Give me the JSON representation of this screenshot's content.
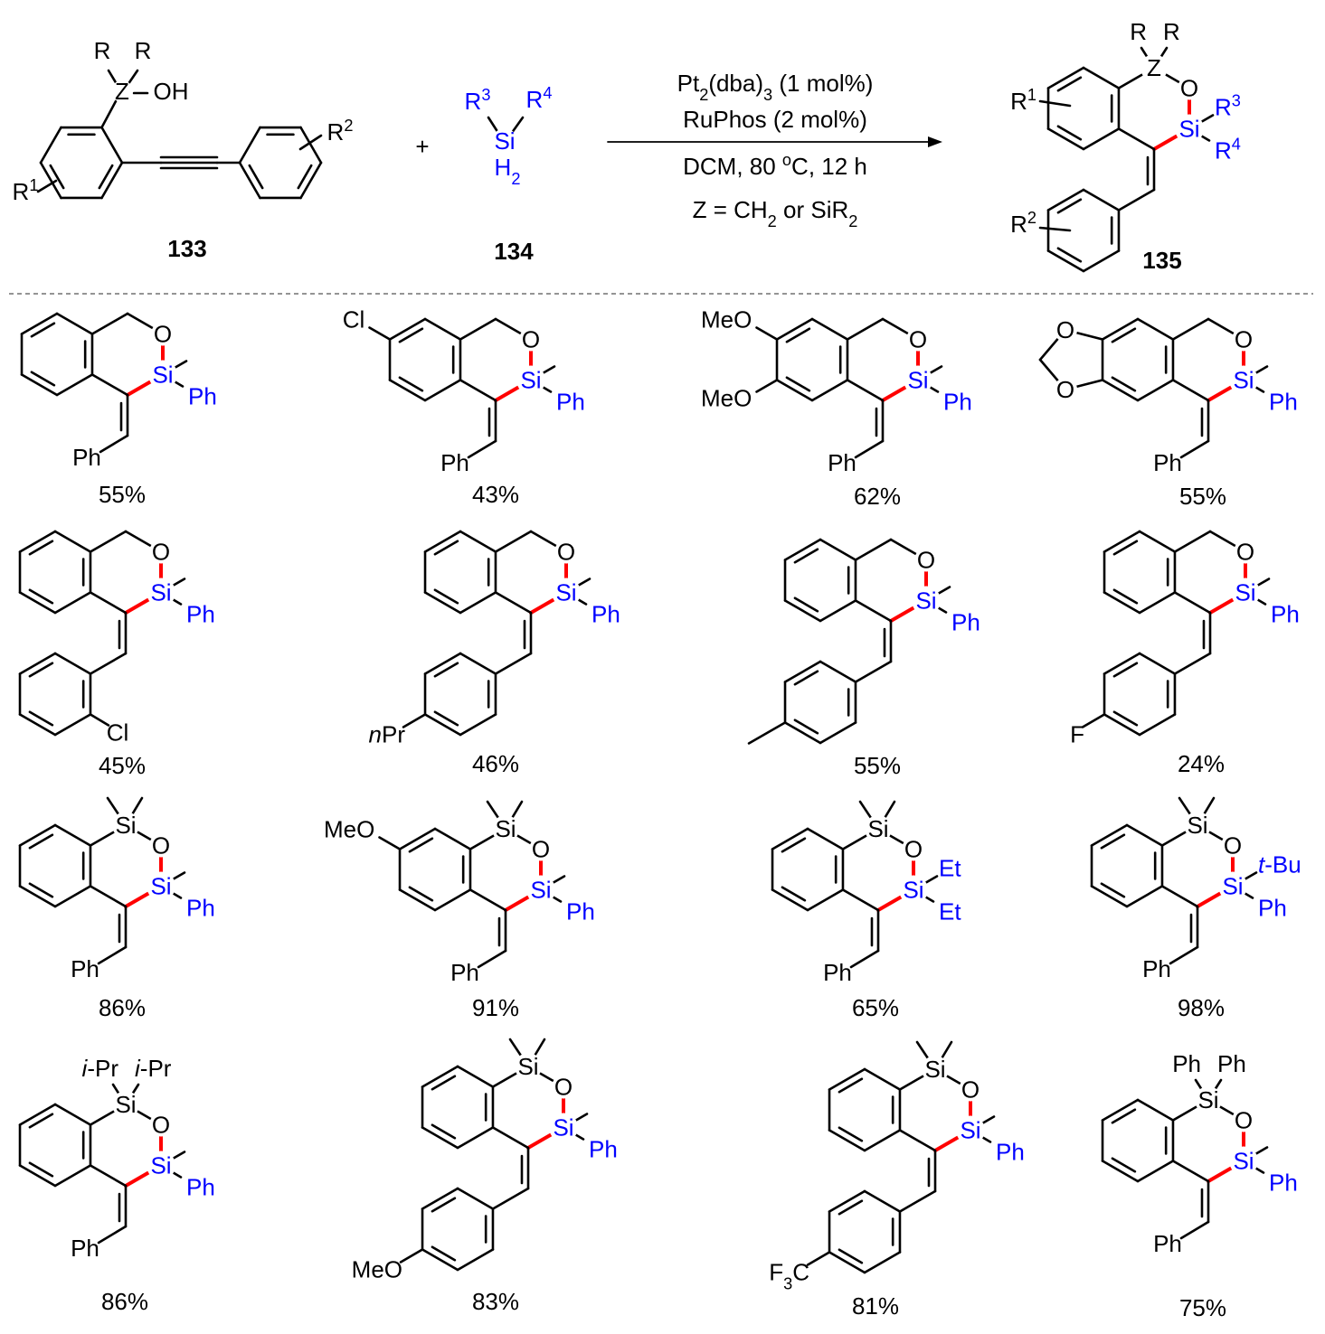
{
  "colors": {
    "silicon": "#0000ff",
    "new_bond": "#ff0000",
    "bond": "#000000"
  },
  "scheme": {
    "plus": "+",
    "sm": {
      "label": "133",
      "Z": "Z",
      "R_a": "R",
      "R_b": "R",
      "OH": "OH",
      "R1": [
        [
          "R",
          ""
        ],
        [
          "1",
          "sup"
        ]
      ],
      "R2": [
        [
          "R",
          ""
        ],
        [
          "2",
          "sup"
        ]
      ]
    },
    "silane": {
      "label": "134",
      "Si": "Si",
      "R3": [
        [
          "R",
          ""
        ],
        [
          "3",
          "sup"
        ]
      ],
      "R4": [
        [
          "R",
          ""
        ],
        [
          "4",
          "sup"
        ]
      ],
      "H2": [
        [
          "H",
          ""
        ],
        [
          "2",
          "sub"
        ]
      ]
    },
    "conditions": [
      [
        [
          "Pt",
          ""
        ],
        [
          "2",
          "sub"
        ],
        [
          "(dba)",
          ""
        ],
        [
          "3",
          "sub"
        ],
        [
          " (1 mol%)",
          ""
        ]
      ],
      [
        [
          "RuPhos (2 mol%)",
          ""
        ]
      ],
      [
        [
          "DCM, 80 ",
          ""
        ],
        [
          "o",
          "sup"
        ],
        [
          "C, 12 h",
          ""
        ]
      ],
      [
        [
          "Z = CH",
          ""
        ],
        [
          "2",
          "sub"
        ],
        [
          " or SiR",
          ""
        ],
        [
          "2",
          "sub"
        ]
      ]
    ],
    "product": {
      "label": "135",
      "z": {
        "atom": "Z",
        "subs": [
          "R",
          "R"
        ]
      },
      "O": "O",
      "si": {
        "atom": "Si",
        "sub1": [
          [
            "R",
            ""
          ],
          [
            "3",
            "sup"
          ]
        ],
        "sub2": [
          [
            "R",
            ""
          ],
          [
            "4",
            "sup"
          ]
        ]
      },
      "ring_float": [
        [
          "R",
          ""
        ],
        [
          "1",
          "sup"
        ]
      ],
      "aryl": {
        "float": [
          [
            "R",
            ""
          ],
          [
            "2",
            "sup"
          ]
        ]
      }
    }
  },
  "products": [
    {
      "z": {},
      "O": "O",
      "si": {
        "atom": "Si",
        "sub2": "Ph"
      },
      "aryl": {
        "label": "Ph"
      },
      "yield": "55%"
    },
    {
      "z": {},
      "O": "O",
      "si": {
        "atom": "Si",
        "sub2": "Ph"
      },
      "aryl": {
        "label": "Ph"
      },
      "ring_subs": [
        {
          "pos": 5,
          "label": "Cl"
        }
      ],
      "yield": "43%"
    },
    {
      "z": {},
      "O": "O",
      "si": {
        "atom": "Si",
        "sub2": "Ph"
      },
      "aryl": {
        "label": "Ph"
      },
      "ring_subs": [
        {
          "pos": 5,
          "label": "MeO"
        },
        {
          "pos": 4,
          "label": "MeO"
        }
      ],
      "yield": "62%"
    },
    {
      "z": {},
      "O": "O",
      "si": {
        "atom": "Si",
        "sub2": "Ph"
      },
      "aryl": {
        "label": "Ph"
      },
      "dioxole": {
        "o1": "O",
        "o2": "O"
      },
      "yield": "55%"
    },
    {
      "z": {},
      "O": "O",
      "si": {
        "atom": "Si",
        "sub2": "Ph"
      },
      "aryl": {
        "ortho": "Cl"
      },
      "yield": "45%"
    },
    {
      "z": {},
      "O": "O",
      "si": {
        "atom": "Si",
        "sub2": "Ph"
      },
      "aryl": {
        "para": [
          [
            "n",
            "i"
          ],
          [
            "Pr",
            ""
          ]
        ]
      },
      "yield": "46%"
    },
    {
      "z": {},
      "O": "O",
      "si": {
        "atom": "Si",
        "sub2": "Ph"
      },
      "aryl": {
        "para_methyl": true
      },
      "yield": "55%"
    },
    {
      "z": {},
      "O": "O",
      "si": {
        "atom": "Si",
        "sub2": "Ph"
      },
      "aryl": {
        "para": "F"
      },
      "yield": "24%"
    },
    {
      "z": {
        "atom": "Si"
      },
      "O": "O",
      "si": {
        "atom": "Si",
        "sub2": "Ph"
      },
      "aryl": {
        "label": "Ph"
      },
      "yield": "86%"
    },
    {
      "z": {
        "atom": "Si"
      },
      "O": "O",
      "si": {
        "atom": "Si",
        "sub2": "Ph"
      },
      "aryl": {
        "label": "Ph"
      },
      "ring_subs": [
        {
          "pos": 5,
          "label": "MeO"
        }
      ],
      "yield": "91%"
    },
    {
      "z": {
        "atom": "Si"
      },
      "O": "O",
      "si": {
        "atom": "Si",
        "sub1": "Et",
        "sub2": "Et"
      },
      "aryl": {
        "label": "Ph"
      },
      "yield": "65%"
    },
    {
      "z": {
        "atom": "Si"
      },
      "O": "O",
      "si": {
        "atom": "Si",
        "sub1": [
          [
            "t",
            "i"
          ],
          [
            "-Bu",
            ""
          ]
        ],
        "sub2": "Ph"
      },
      "aryl": {
        "label": "Ph"
      },
      "yield": "98%"
    },
    {
      "z": {
        "atom": "Si",
        "subs": [
          [
            [
              "i",
              "i"
            ],
            [
              "-Pr",
              ""
            ]
          ],
          [
            [
              "i",
              "i"
            ],
            [
              "-Pr",
              ""
            ]
          ]
        ]
      },
      "O": "O",
      "si": {
        "atom": "Si",
        "sub2": "Ph"
      },
      "aryl": {
        "label": "Ph"
      },
      "yield": "86%"
    },
    {
      "z": {
        "atom": "Si"
      },
      "O": "O",
      "si": {
        "atom": "Si",
        "sub2": "Ph"
      },
      "aryl": {
        "para": "MeO"
      },
      "yield": "83%"
    },
    {
      "z": {
        "atom": "Si"
      },
      "O": "O",
      "si": {
        "atom": "Si",
        "sub2": "Ph"
      },
      "aryl": {
        "para": [
          [
            "F",
            ""
          ],
          [
            "3",
            "sub"
          ],
          [
            "C",
            ""
          ]
        ]
      },
      "yield": "81%"
    },
    {
      "z": {
        "atom": "Si",
        "subs": [
          "Ph",
          "Ph"
        ]
      },
      "O": "O",
      "si": {
        "atom": "Si",
        "sub2": "Ph"
      },
      "aryl": {
        "label": "Ph"
      },
      "yield": "75%"
    }
  ]
}
